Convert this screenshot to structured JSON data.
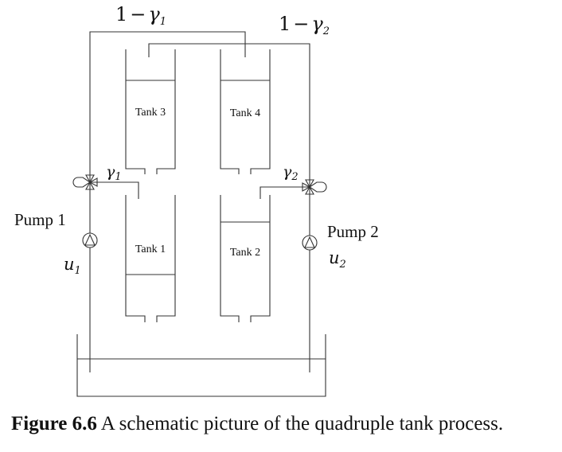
{
  "labels": {
    "top_left_split": {
      "one": "1",
      "minus": "−",
      "gamma": "γ",
      "sub": "1"
    },
    "top_right_split": {
      "one": "1",
      "minus": "−",
      "gamma": "γ",
      "sub": "2"
    },
    "left_valve": {
      "gamma": "γ",
      "sub": "1"
    },
    "right_valve": {
      "gamma": "γ",
      "sub": "2"
    },
    "pump1": "Pump 1",
    "pump2": "Pump 2",
    "u1": {
      "u": "u",
      "sub": "1"
    },
    "u2": {
      "u": "u",
      "sub": "2"
    }
  },
  "tanks": {
    "tank1": "Tank 1",
    "tank2": "Tank 2",
    "tank3": "Tank 3",
    "tank4": "Tank 4"
  },
  "caption": {
    "number": "Figure 6.6",
    "text": " A schematic picture of the quadruple tank process."
  }
}
